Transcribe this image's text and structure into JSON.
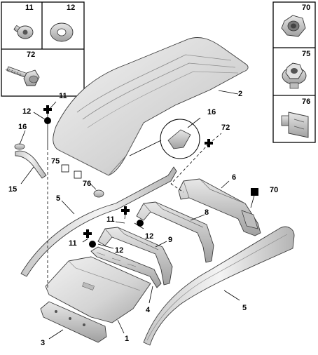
{
  "legend_left": [
    {
      "ref": "11",
      "part": "screw"
    },
    {
      "ref": "12",
      "part": "washer"
    },
    {
      "ref": "72",
      "part": "bolt"
    }
  ],
  "legend_right": [
    {
      "ref": "70",
      "part": "hex-nut"
    },
    {
      "ref": "75",
      "part": "flange-nut"
    },
    {
      "ref": "76",
      "part": "clip"
    }
  ],
  "callouts": {
    "c1": "1",
    "c2": "2",
    "c3": "3",
    "c4": "4",
    "c5a": "5",
    "c5b": "5",
    "c6": "6",
    "c8": "8",
    "c9": "9",
    "c11a": "11",
    "c11b": "11",
    "c11c": "11",
    "c12a": "12",
    "c12b": "12",
    "c12c": "12",
    "c15": "15",
    "c16a": "16",
    "c16b": "16",
    "c70": "70",
    "c72": "72",
    "c75": "75",
    "c76": "76"
  },
  "colors": {
    "line": "#000000",
    "part_fill": "#d8d8d8",
    "part_shade": "#b0b0b0",
    "part_light": "#ececec"
  }
}
